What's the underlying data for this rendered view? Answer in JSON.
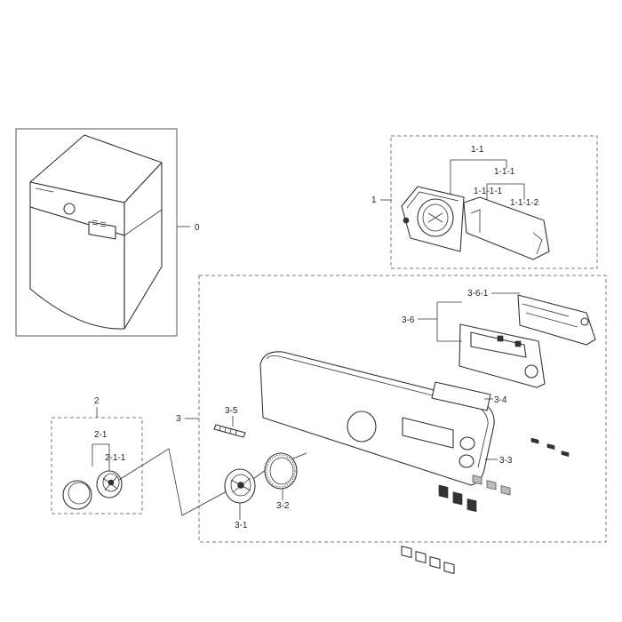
{
  "labels": {
    "l0": "0",
    "l1": "1",
    "l1_1": "1-1",
    "l1_1_1": "1-1-1",
    "l1_1_1_1": "1-1-1-1",
    "l1_1_1_2": "1-1-1-2",
    "l2": "2",
    "l2_1": "2-1",
    "l2_1_1": "2-1-1",
    "l3": "3",
    "l3_1": "3-1",
    "l3_2": "3-2",
    "l3_3": "3-3",
    "l3_4": "3-4",
    "l3_5": "3-5",
    "l3_6": "3-6",
    "l3_6_1": "3-6-1"
  }
}
